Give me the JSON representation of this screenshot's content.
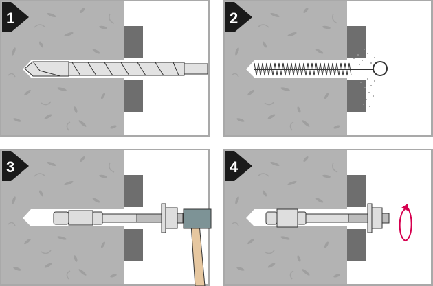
{
  "steps": [
    {
      "number": "1",
      "action": "drill-hole"
    },
    {
      "number": "2",
      "action": "clean-hole"
    },
    {
      "number": "3",
      "action": "hammer-in-anchor"
    },
    {
      "number": "4",
      "action": "tighten-nut"
    }
  ],
  "colors": {
    "concrete": "#b3b3b3",
    "speckle": "#9e9e9e",
    "fixture_plate": "#6e6e6e",
    "badge": "#1a1a1a",
    "steel": "#dcdcdc",
    "hammer_head": "#7d9396",
    "hammer_handle": "#e6c7a0",
    "rotation_arrow": "#d6004f"
  }
}
